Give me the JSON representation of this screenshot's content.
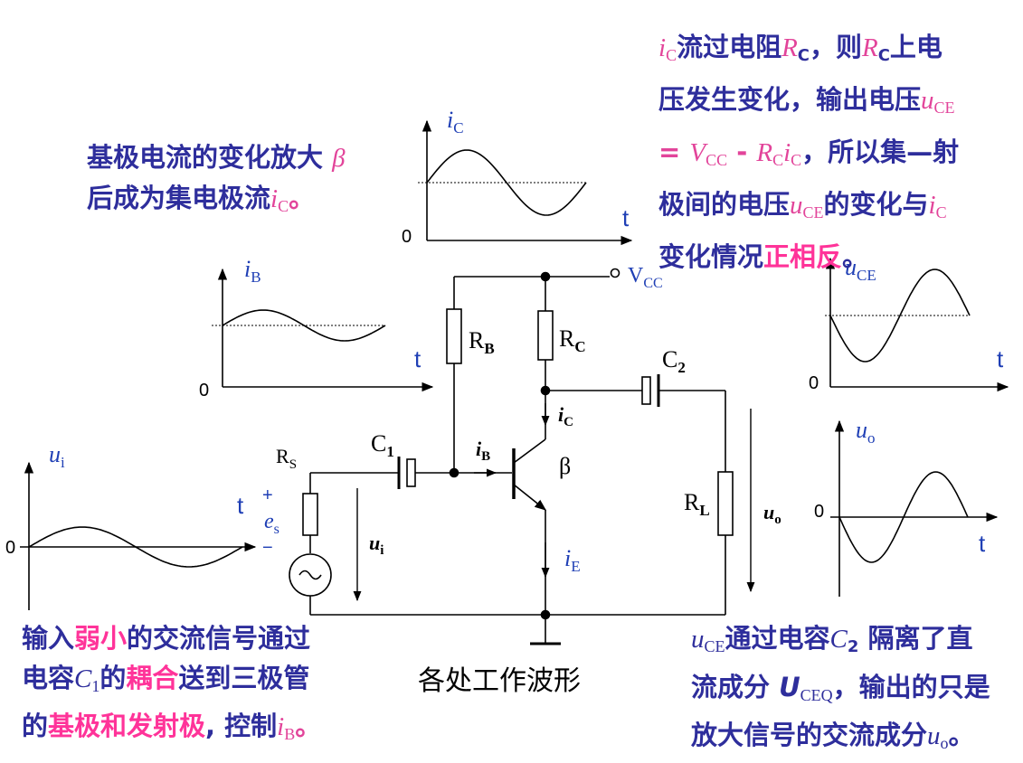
{
  "colors": {
    "text_blue": "#2e2e9c",
    "highlight_pink": "#ff3399",
    "symbol_pink": "#e2449a",
    "wire": "#000000"
  },
  "notes": {
    "top_left": {
      "line1_pre": "基极电流的变化放大 ",
      "beta": "β",
      "line2_pre": "后成为集电极流",
      "sym": "i",
      "sym_sub": "C",
      "end": "。"
    },
    "top_right": {
      "l1_sym": "i",
      "l1_sym_sub": "C",
      "l1_a": "流过电阻",
      "l1_r": "R",
      "l1_r_sub": "C",
      "l1_b": "，则",
      "l1_r2": "R",
      "l1_r2_sub": "C",
      "l1_c": "上电",
      "l2_a": "压发生变化，输出电压",
      "l2_u": "u",
      "l2_u_sub": "CE",
      "l3_eq": "= ",
      "l3_v": "V",
      "l3_v_sub": "CC",
      "l3_minus": " - ",
      "l3_r": "R",
      "l3_r_sub": "C",
      "l3_i": "i",
      "l3_i_sub": "C",
      "l3_b": "，所以集—射",
      "l4_a": "极间的电压",
      "l4_u": "u",
      "l4_u_sub": "CE",
      "l4_b": "的变化与",
      "l4_i": "i",
      "l4_i_sub": "C",
      "l5_a": "变化情况",
      "l5_hl": "正相反",
      "l5_b": "。"
    },
    "bottom_left": {
      "l1_a": "输入",
      "l1_hl": "弱小",
      "l1_b": "的交流信号通过",
      "l2_a": "电容",
      "l2_c": "C",
      "l2_c_sub": "1",
      "l2_b": "的",
      "l2_hl": "耦合",
      "l2_c2": "送到三极管",
      "l3_a": "的",
      "l3_hl": "基极和发射极",
      "l3_b": ", 控制",
      "l3_i": "i",
      "l3_i_sub": "B",
      "l3_end": "。"
    },
    "bottom_right": {
      "l1_u": "u",
      "l1_u_sub": "CE",
      "l1_a": "通过电容",
      "l1_c": "C",
      "l1_c_sub": "2",
      "l1_b": " 隔离了直",
      "l2_a": "流成分 ",
      "l2_u": "U",
      "l2_u_sub": "CEQ",
      "l2_b": "，输出的只是",
      "l3_a": "放大信号的交流成分",
      "l3_u": "u",
      "l3_u_sub": "o",
      "l3_end": "。"
    }
  },
  "caption": "各处工作波形",
  "labels": {
    "vcc": "V",
    "vcc_sub": "CC",
    "rb": "R",
    "rb_sub": "B",
    "rc": "R",
    "rc_sub": "C",
    "c1": "C",
    "c1_sub": "1",
    "c2": "C",
    "c2_sub": "2",
    "rs": "R",
    "rs_sub": "S",
    "rl": "R",
    "rl_sub": "L",
    "ib": "i",
    "ib_sub": "B",
    "ic": "i",
    "ic_sub": "C",
    "ie": "i",
    "ie_sub": "E",
    "beta": "β",
    "ui": "u",
    "ui_sub": "i",
    "uo": "u",
    "uo_sub": "o",
    "plus": "+",
    "minus": "−",
    "es": "e",
    "es_sub": "s",
    "t": "t"
  },
  "graphs": {
    "ic": {
      "label": "i",
      "label_sub": "C",
      "axis_t": "t",
      "origin": "0"
    },
    "ib": {
      "label": "i",
      "label_sub": "B",
      "axis_t": "t",
      "origin": "0"
    },
    "ui": {
      "label": "u",
      "label_sub": "i",
      "origin": "0"
    },
    "uce": {
      "label": "u",
      "label_sub": "CE",
      "axis_t": "t",
      "origin": "0"
    },
    "uo": {
      "label": "u",
      "label_sub": "o",
      "axis_t": "t",
      "origin": "0"
    }
  }
}
